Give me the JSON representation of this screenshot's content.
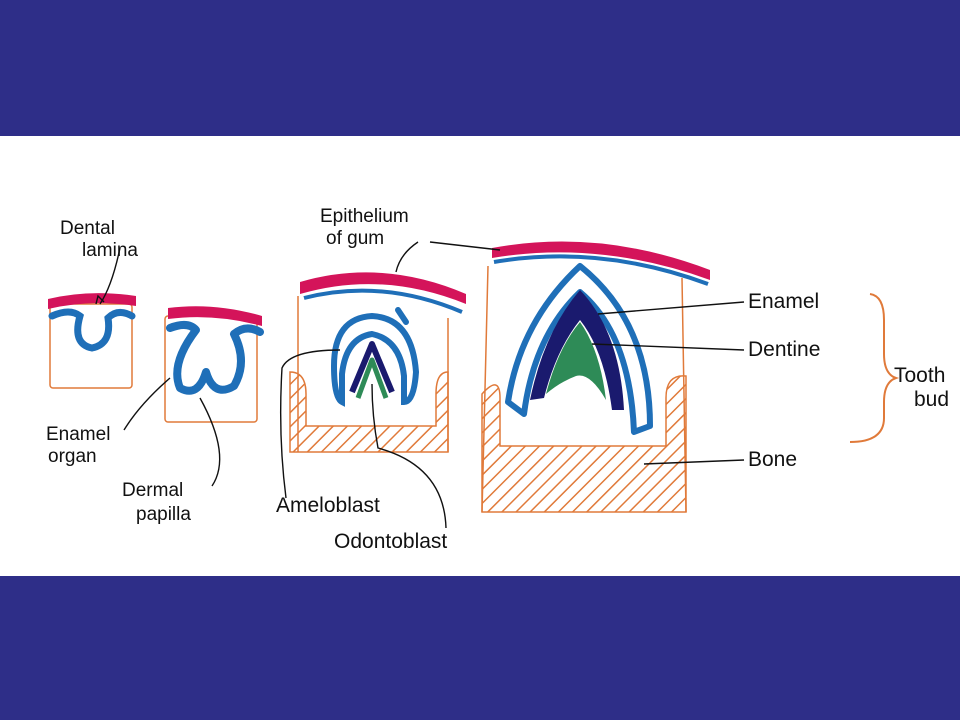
{
  "colors": {
    "background": "#2e2e88",
    "panel": "#ffffff",
    "gum_epithelium": "#d4145a",
    "enamel_organ": "#1f6fb8",
    "outline": "#e07a3a",
    "enamel": "#1a1a6e",
    "dentine": "#2e8b57",
    "bone_hatch": "#e07a3a"
  },
  "labels": {
    "dental_lamina": [
      "Dental",
      "lamina"
    ],
    "epithelium_of_gum": [
      "Epithelium",
      "of gum"
    ],
    "enamel": "Enamel",
    "dentine": "Dentine",
    "tooth_bud": [
      "Tooth",
      "bud"
    ],
    "enamel_organ": [
      "Enamel",
      "organ"
    ],
    "dermal_papilla": [
      "Dermal",
      "papilla"
    ],
    "ameloblast": "Ameloblast",
    "odontoblast": "Odontoblast",
    "bone": "Bone"
  }
}
